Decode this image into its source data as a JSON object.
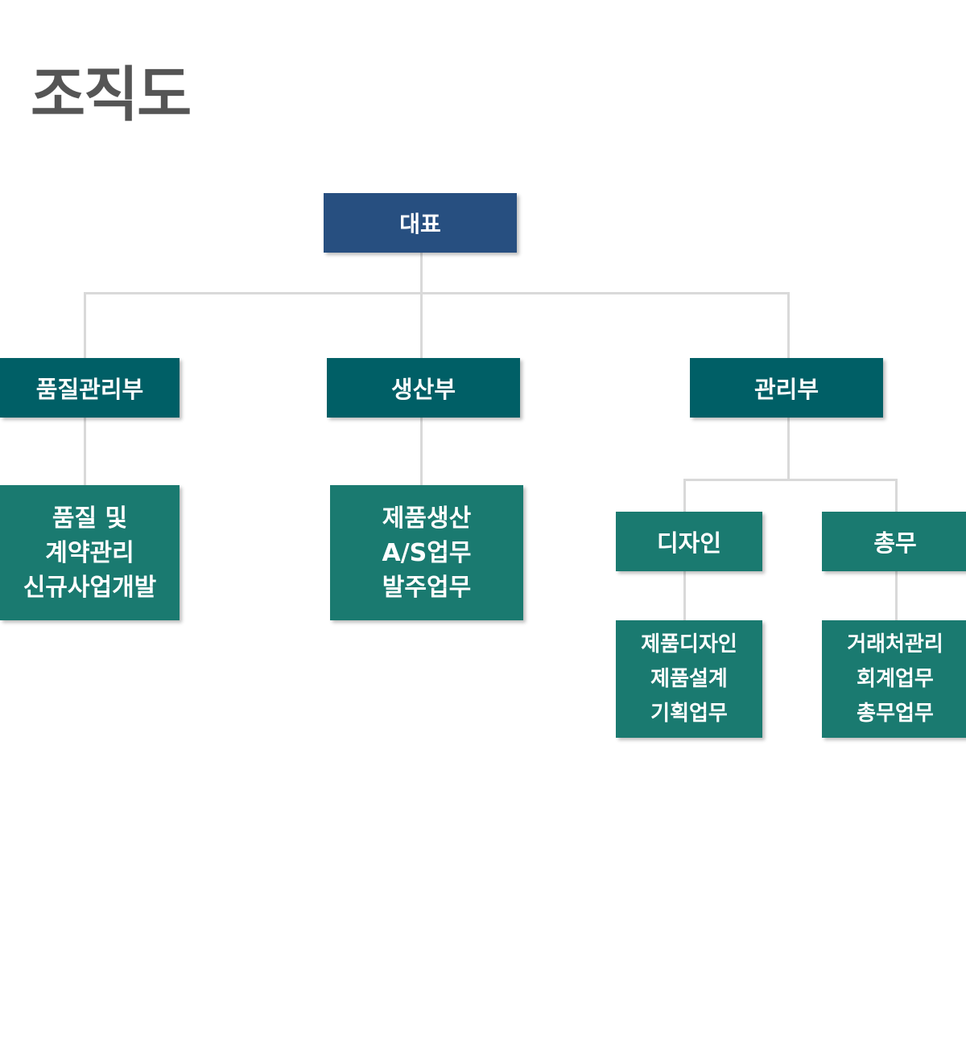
{
  "title": "조직도",
  "ceo": {
    "label": "대표"
  },
  "departments": [
    {
      "label": "품질관리부",
      "tasks": [
        "품질 및",
        "계약관리",
        "신규사업개발"
      ]
    },
    {
      "label": "생산부",
      "tasks": [
        "제품생산",
        "A/S업무",
        "발주업무"
      ]
    },
    {
      "label": "관리부",
      "teams": [
        {
          "label": "디자인",
          "tasks": [
            "제품디자인",
            "제품설계",
            "기획업무"
          ]
        },
        {
          "label": "총무",
          "tasks": [
            "거래처관리",
            "회계업무",
            "총무업무"
          ]
        }
      ]
    }
  ],
  "colors": {
    "ceo": "#274f80",
    "department": "#005f66",
    "team": "#1a7a70",
    "connector": "#d9d9d9"
  }
}
